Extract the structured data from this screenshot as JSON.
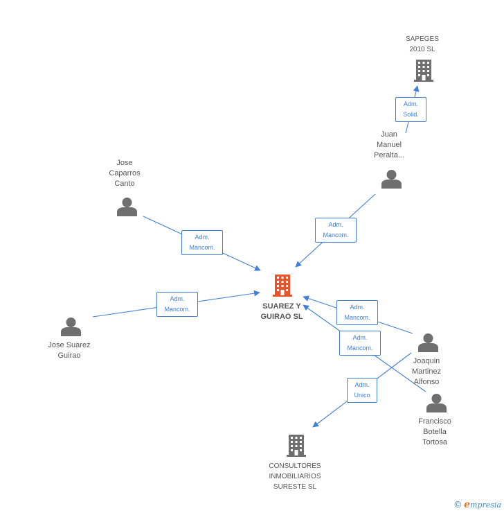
{
  "colors": {
    "edge": "#3f7fd6",
    "person": "#6f6f6f",
    "company": "#6f6f6f",
    "focus_company": "#e8552a"
  },
  "nodes": {
    "sapeges": {
      "label": "SAPEGES\n2010 SL",
      "icon": "building-icon"
    },
    "juan": {
      "label": "Juan\nManuel\nPeralta...",
      "icon": "person-icon"
    },
    "jose_caparros": {
      "label": "Jose\nCaparros\nCanto",
      "icon": "person-icon"
    },
    "suarez": {
      "label": "SUAREZ Y\nGUIRAO SL",
      "icon": "building-icon"
    },
    "jose_suarez": {
      "label": "Jose Suarez\nGuirao",
      "icon": "person-icon"
    },
    "joaquin": {
      "label": "Joaquin\nMartinez\nAlfonso",
      "icon": "person-icon"
    },
    "francisco": {
      "label": "Francisco\nBotella\nTortosa",
      "icon": "person-icon"
    },
    "consultores": {
      "label": "CONSULTORES\nINMOBILIARIOS\nSURESTE SL",
      "icon": "building-icon"
    }
  },
  "roles": {
    "juan_sapeges": "Adm.\nSolid.",
    "juan_suarez": "Adm.\nMancom.",
    "caparros_suarez": "Adm.\nMancom.",
    "josesuarez_suarez": "Adm.\nMancom.",
    "joaquin_suarez": "Adm.\nMancom.",
    "francisco_suarez": "Adm.\nMancom.",
    "joaquin_consultores": "Adm.\nUnico"
  },
  "brand": {
    "copyright": "©",
    "initial": "e",
    "rest": "mpresia"
  }
}
